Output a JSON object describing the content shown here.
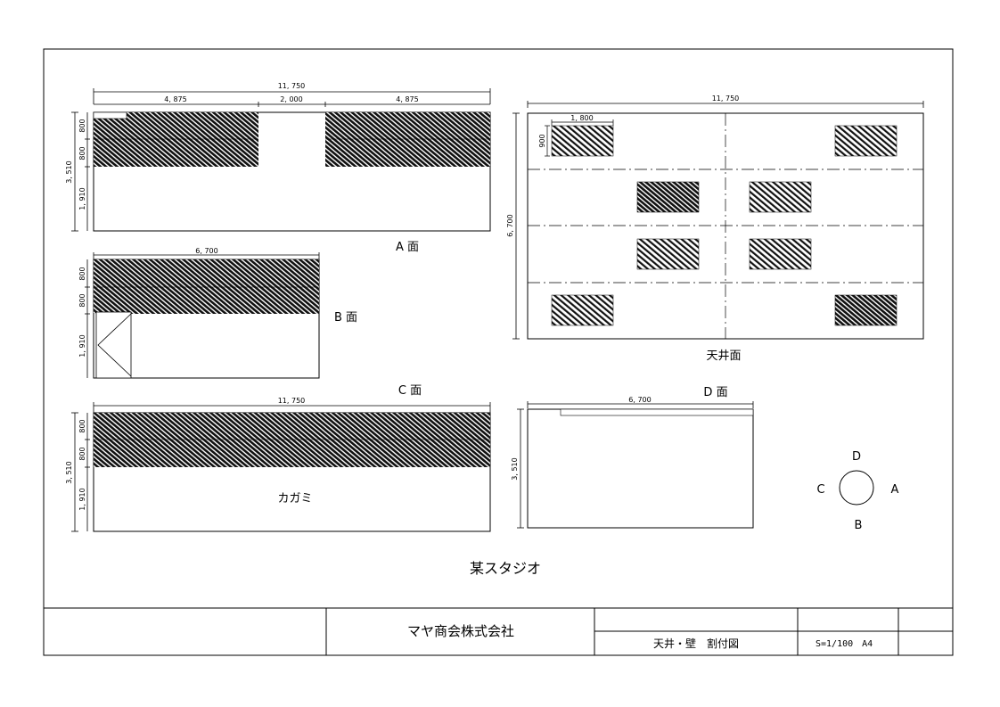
{
  "elevations": {
    "a": {
      "label": "A 面",
      "overall": "11, 750",
      "seg1": "4, 875",
      "seg2": "2, 000",
      "seg3": "4, 875",
      "height_total": "3, 510",
      "h1": "800",
      "h2": "800",
      "h3": "1, 910"
    },
    "b": {
      "label": "B 面",
      "overall": "6, 700",
      "h1": "800",
      "h2": "800",
      "h3": "1, 910"
    },
    "c": {
      "label": "C 面",
      "overall": "11, 750",
      "height_total": "3, 510",
      "h1": "800",
      "h2": "800",
      "h3": "1, 910",
      "mirror": "カガミ"
    },
    "d": {
      "label": "D 面",
      "overall": "6, 700",
      "height_total": "3, 510"
    },
    "ceiling": {
      "label": "天井面",
      "width": "11, 750",
      "depth": "6, 700",
      "panel_w": "1, 800",
      "panel_h": "900"
    }
  },
  "compass": {
    "north": "D",
    "south": "B",
    "east": "A",
    "west": "C"
  },
  "project_name": "某スタジオ",
  "title_block": {
    "company": "マヤ商会株式会社",
    "drawing_title": "天井・壁　割付図",
    "scale": "S=1/100　A4"
  }
}
